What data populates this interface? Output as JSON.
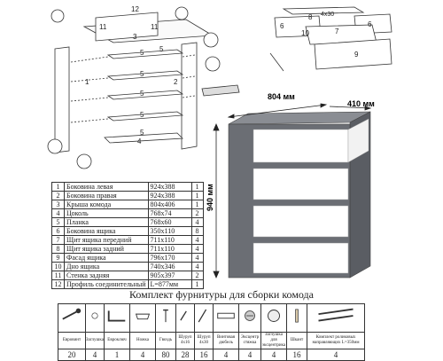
{
  "dimensions": {
    "width": "804 мм",
    "depth": "410 мм",
    "height": "940 мм"
  },
  "exploded_labels": [
    "12",
    "11",
    "11",
    "3",
    "5",
    "5",
    "5",
    "5",
    "5",
    "1",
    "2",
    "4",
    "10",
    "6",
    "6",
    "7",
    "8",
    "9",
    "5",
    "4x30"
  ],
  "parts_table": [
    {
      "num": "1",
      "name": "Боковина левая",
      "dims": "924x388",
      "qty": "1"
    },
    {
      "num": "2",
      "name": "Боковина правая",
      "dims": "924x388",
      "qty": "1"
    },
    {
      "num": "3",
      "name": "Крыша комода",
      "dims": "804x406",
      "qty": "1"
    },
    {
      "num": "4",
      "name": "Цоколь",
      "dims": "768x74",
      "qty": "2"
    },
    {
      "num": "5",
      "name": "Планка",
      "dims": "768x60",
      "qty": "4"
    },
    {
      "num": "6",
      "name": "Боковина ящика",
      "dims": "350x110",
      "qty": "8"
    },
    {
      "num": "7",
      "name": "Щит ящика передний",
      "dims": "711x110",
      "qty": "4"
    },
    {
      "num": "8",
      "name": "Щит ящика задний",
      "dims": "711x110",
      "qty": "4"
    },
    {
      "num": "9",
      "name": "Фасад ящика",
      "dims": "796x170",
      "qty": "4"
    },
    {
      "num": "10",
      "name": "Дно ящика",
      "dims": "740x346",
      "qty": "4"
    },
    {
      "num": "11",
      "name": "Стенка задняя",
      "dims": "905x397",
      "qty": "2"
    },
    {
      "num": "12",
      "name": "Профиль соединительный",
      "dims": "L=877мм",
      "qty": "1"
    }
  ],
  "hardware": {
    "title": "Комплект фурнитуры для сборки комода",
    "items": [
      {
        "name": "Евровинт",
        "qty": "20",
        "icon": "eurobolt-icon"
      },
      {
        "name": "Заглушка",
        "qty": "4",
        "icon": "cap-icon"
      },
      {
        "name": "Евроключ",
        "qty": "1",
        "icon": "hex-key-icon"
      },
      {
        "name": "Ножка",
        "qty": "4",
        "icon": "furniture-foot-icon"
      },
      {
        "name": "Гвоздь",
        "qty": "80",
        "icon": "nail-icon"
      },
      {
        "name": "Шуруп 4x16",
        "qty": "28",
        "icon": "screw-short-icon"
      },
      {
        "name": "Шуруп 4x30",
        "qty": "16",
        "icon": "screw-long-icon"
      },
      {
        "name": "Винтовая дюбель",
        "qty": "4",
        "icon": "dowel-icon"
      },
      {
        "name": "Эксцентр стяжка",
        "qty": "4",
        "icon": "eccentric-icon"
      },
      {
        "name": "Заглушка для эксцентрика",
        "qty": "4",
        "icon": "eccentric-cap-icon"
      },
      {
        "name": "Шкант",
        "qty": "16",
        "icon": "wood-dowel-icon"
      },
      {
        "name": "Комплект роликовых направляющих L=350мм",
        "qty": "4",
        "icon": "drawer-slide-icon"
      }
    ]
  }
}
